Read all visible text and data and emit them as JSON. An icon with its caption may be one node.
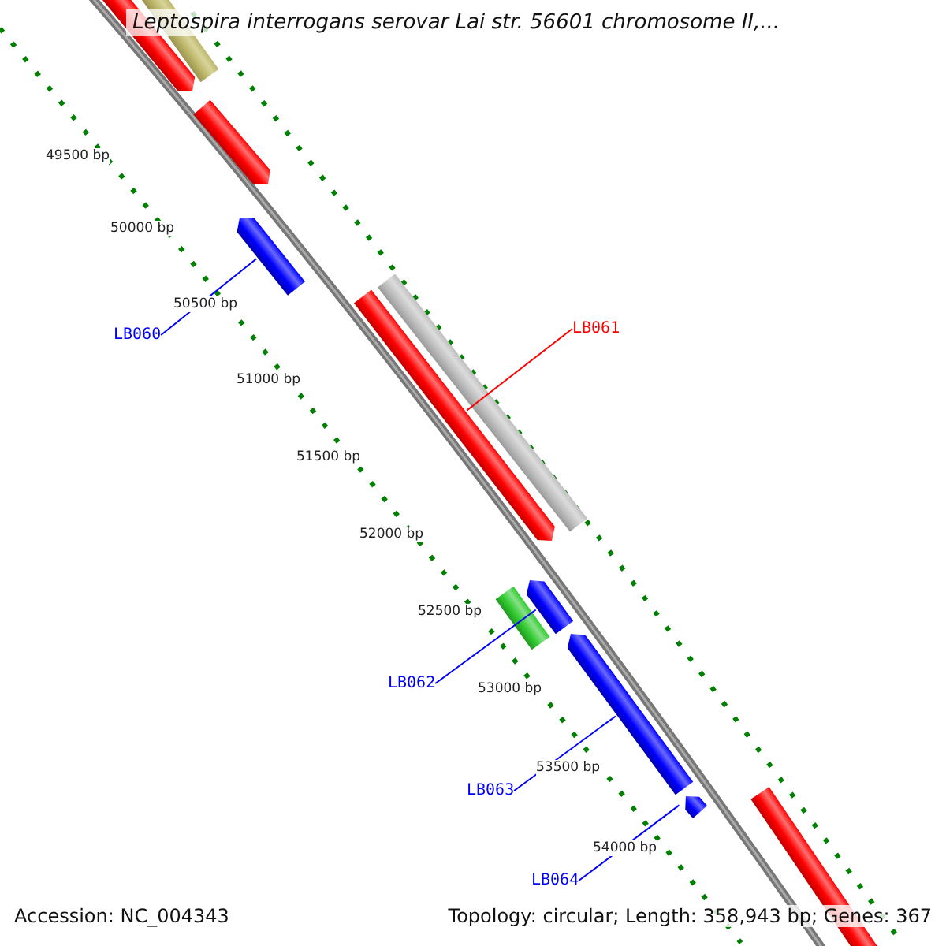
{
  "diagram": {
    "title": "Leptospira interrogans serovar Lai str. 56601 chromosome II,...",
    "nodes": [
      {
        "text": [],
        "shape": "bar"
      },
      {
        "text": [],
        "shape": "bar"
      },
      {
        "text": [],
        "shape": "bar"
      },
      {
        "text": [],
        "shape": "bar"
      },
      {
        "text": [],
        "shape": "bar"
      },
      {
        "text": [],
        "shape": "bar"
      },
      {
        "text": [],
        "shape": "bar"
      },
      {
        "text": [],
        "shape": "bar"
      },
      {
        "text": [],
        "shape": "bar"
      },
      {
        "text": [],
        "shape": "bar"
      },
      {
        "text": [],
        "shape": "bar"
      },
      {
        "text": [
          "LB060"
        ]
      },
      {
        "text": [
          "LB061"
        ]
      },
      {
        "text": [
          "LB062"
        ]
      },
      {
        "text": [
          "LB063"
        ]
      },
      {
        "text": [
          "LB064"
        ]
      }
    ],
    "edges": [
      {
        "from": 11,
        "to": 3,
        "arrow": "none"
      },
      {
        "from": 12,
        "to": 5,
        "arrow": "none",
        "color": "#ff0000"
      },
      {
        "from": 13,
        "to": 7,
        "arrow": "none"
      },
      {
        "from": 14,
        "to": 8,
        "arrow": "none"
      },
      {
        "from": 15,
        "to": 9,
        "arrow": "none"
      }
    ],
    "labels": [
      "49500 bp",
      "50000 bp",
      "50500 bp",
      "51000 bp",
      "51500 bp",
      "52000 bp",
      "52500 bp",
      "53000 bp",
      "53500 bp",
      "54000 bp",
      "Accession: NC_004343",
      "Topology: circular; Length: 358,943 bp; Genes: 367"
    ]
  }
}
